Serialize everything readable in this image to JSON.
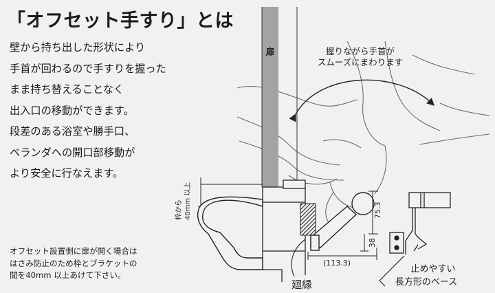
{
  "title": "「オフセット手すり」とは",
  "description_lines": [
    "壁から持ち出した形状により",
    "手首が回わるので手すりを握った",
    "まま持ち替えることなく",
    "出入口の移動ができます。",
    "段差のある浴室や勝手口、",
    "ベランダへの開口部移動が",
    "より安全に行なえます。"
  ],
  "note_lines": [
    "オフセット設置側に扉が開く場合は",
    "はさみ防止のため枠とブラケットの",
    "間を40mm 以上あけて下さい。"
  ],
  "diagram": {
    "door_label": "扉",
    "rotation_caption_1": "握りながら手首が",
    "rotation_caption_2": "スムーズにまわります",
    "gap_label_1": "枠から",
    "gap_label_2": "40mm 以上",
    "dim_75": "75.3",
    "dim_38": "38",
    "dim_113": "(113.3)",
    "frame_label": "廻縁",
    "base_label_1": "止めやすい",
    "base_label_2": "長方形のベース"
  },
  "colors": {
    "background": "#f1f1f1",
    "door": "#a3a3a3",
    "ink": "#222222"
  }
}
